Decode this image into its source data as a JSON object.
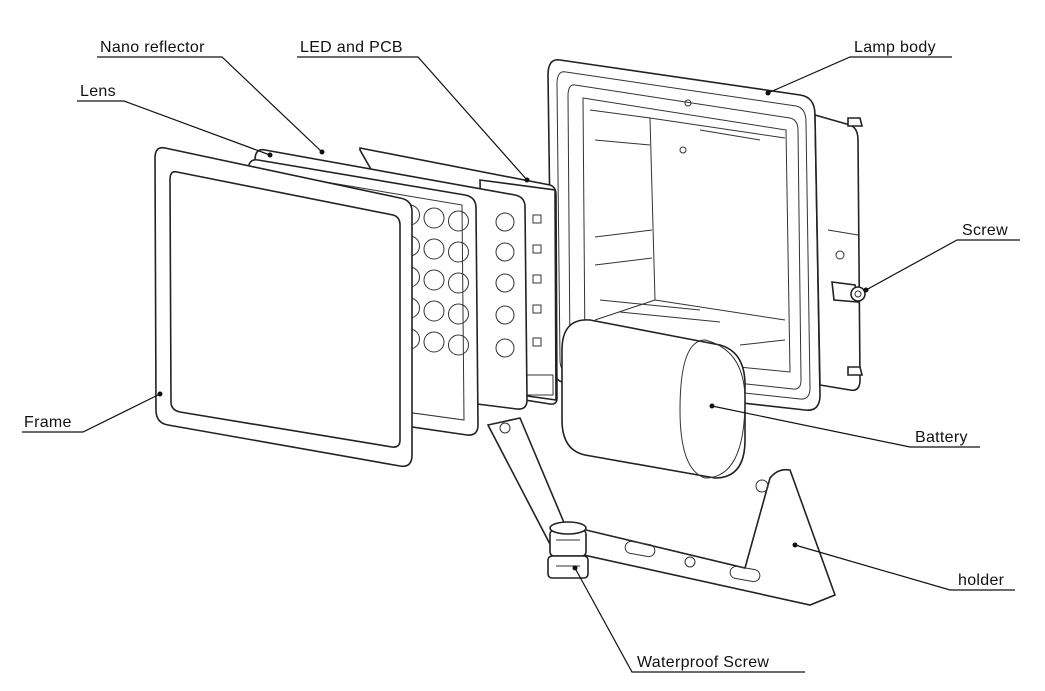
{
  "labels": {
    "nano_reflector": "Nano reflector",
    "led_pcb": "LED and PCB",
    "lens": "Lens",
    "lamp_body": "Lamp body",
    "screw": "Screw",
    "frame": "Frame",
    "battery": "Battery",
    "holder": "holder",
    "waterproof_screw": "Waterproof Screw"
  },
  "colors": {
    "line": "#222222",
    "background": "#ffffff"
  }
}
